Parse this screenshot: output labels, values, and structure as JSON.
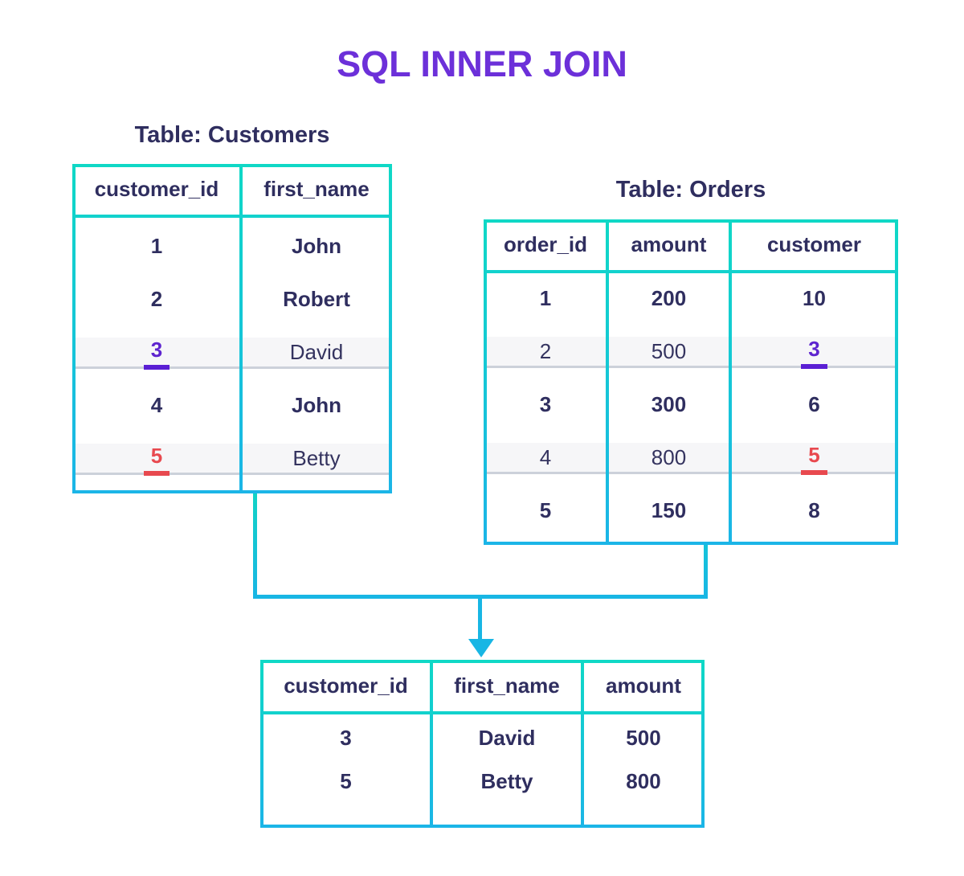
{
  "title": "SQL INNER JOIN",
  "colors": {
    "title_purple": "#6c30d9",
    "text_navy": "#2f2e5f",
    "border_teal": "#0fd8c6",
    "border_blue": "#1bb5e7",
    "highlight_row_bg": "#f6f6f8",
    "key_purple": "#5e24cf",
    "key_red": "#e8494f"
  },
  "customers": {
    "label": "Table: Customers",
    "headers": [
      "customer_id",
      "first_name"
    ],
    "rows": [
      [
        "1",
        "John"
      ],
      [
        "2",
        "Robert"
      ],
      [
        "3",
        "David"
      ],
      [
        "4",
        "John"
      ],
      [
        "5",
        "Betty"
      ]
    ]
  },
  "orders": {
    "label": "Table: Orders",
    "headers": [
      "order_id",
      "amount",
      "customer"
    ],
    "rows": [
      [
        "1",
        "200",
        "10"
      ],
      [
        "2",
        "500",
        "3"
      ],
      [
        "3",
        "300",
        "6"
      ],
      [
        "4",
        "800",
        "5"
      ],
      [
        "5",
        "150",
        "8"
      ]
    ]
  },
  "result": {
    "headers": [
      "customer_id",
      "first_name",
      "amount"
    ],
    "rows": [
      [
        "3",
        "David",
        "500"
      ],
      [
        "5",
        "Betty",
        "800"
      ]
    ]
  }
}
